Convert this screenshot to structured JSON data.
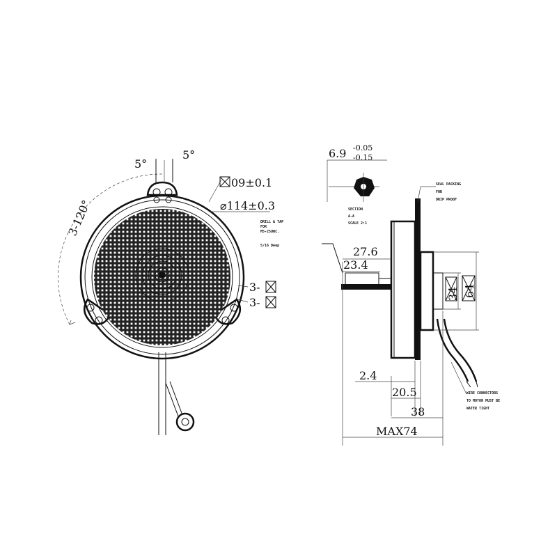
{
  "front_view": {
    "angle_left": "5°",
    "angle_right": "5°",
    "angle_hole_spacing": "3-120°",
    "square_tol": "09±0.1",
    "diameter_tol": "⌀114±0.3",
    "drill_note": [
      "DRILL & TAP",
      "FOR",
      "M5-25UNC.",
      "5/16 Deep"
    ],
    "hole_label_top": "3-",
    "hole_label_bottom": "3-"
  },
  "section": {
    "width_base": "6.9",
    "width_tol_upper": "-0.05",
    "width_tol_lower": "-0.15",
    "caption": [
      "SECTION",
      "A-A",
      "SCALE 2:1"
    ]
  },
  "side_view": {
    "seal_note": [
      "SEAL PACKING",
      "FOR",
      "DRIP PROOF"
    ],
    "dim_27_6": "27.6",
    "dim_23_4": "23.4",
    "dim_34": "34",
    "dim_64": "64",
    "dim_2_4": "2.4",
    "dim_20_5": "20.5",
    "dim_38": "38",
    "dim_max74": "MAX74",
    "wire_note": [
      "WIRE CONNECTORS",
      "TO MOTOR MUST BE",
      "WATER TIGHT"
    ]
  }
}
